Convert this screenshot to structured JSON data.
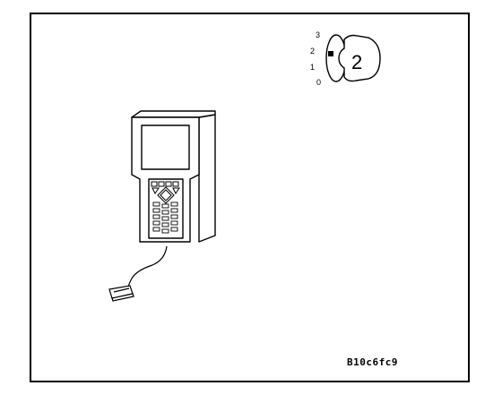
{
  "figure": {
    "reference_code": "B10c6fc9",
    "ignition_key": {
      "position_labels": [
        "3",
        "2",
        "1",
        "0"
      ],
      "active_position": "2"
    }
  },
  "colors": {
    "line": "#000000",
    "background": "#ffffff"
  }
}
